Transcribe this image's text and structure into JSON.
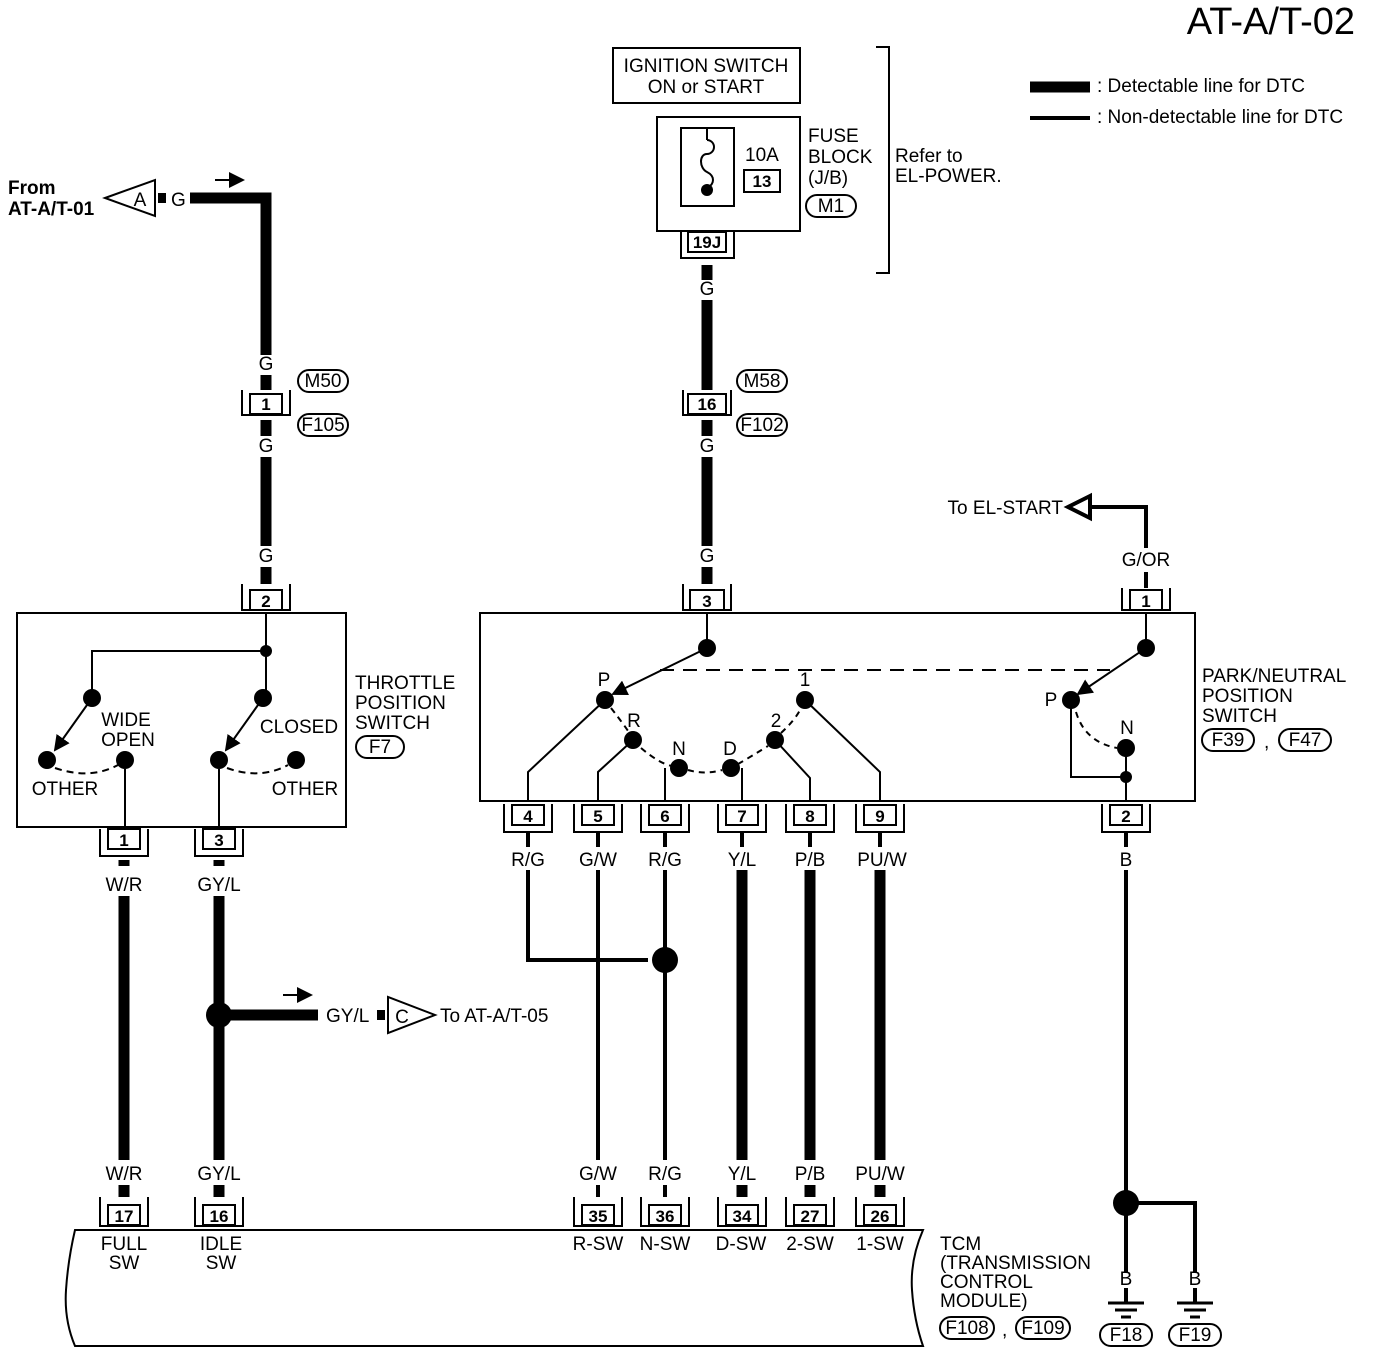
{
  "diagram_id": "AT-A/T-02",
  "legend": {
    "detectable": ": Detectable line for DTC",
    "non_detectable": ": Non-detectable line for DTC"
  },
  "ignition": {
    "line1": "IGNITION SWITCH",
    "line2": "ON or START"
  },
  "fuse": {
    "amps": "10A",
    "number": "13",
    "label1": "FUSE",
    "label2": "BLOCK",
    "label3": "(J/B)",
    "connector": "M1",
    "terminal": "19J"
  },
  "refer": {
    "line1": "Refer to",
    "line2": "EL-POWER."
  },
  "from": {
    "line1": "From",
    "line2": "AT-A/T-01",
    "connector": "A"
  },
  "to_start": "To EL-START",
  "to_at05": {
    "wire": "GY/L",
    "connector": "C",
    "text": "To AT-A/T-05"
  },
  "wire_colors": {
    "g": "G",
    "gor": "G/OR",
    "wr": "W/R",
    "gyl": "GY/L",
    "rg": "R/G",
    "gw": "G/W",
    "yl": "Y/L",
    "pb": "P/B",
    "puw": "PU/W",
    "b": "B"
  },
  "connectors": {
    "m50": "M50",
    "f105": "F105",
    "m58": "M58",
    "f102": "F102",
    "f7": "F7",
    "f39": "F39",
    "f47": "F47",
    "f108": "F108",
    "f109": "F109",
    "f18": "F18",
    "f19": "F19"
  },
  "pins": {
    "m50": "1",
    "m58": "16",
    "tps_in": "2",
    "tps_full": "1",
    "tps_idle": "3",
    "pnp_in": "3",
    "pnp_start": "1",
    "pnp_4": "4",
    "pnp_5": "5",
    "pnp_6": "6",
    "pnp_7": "7",
    "pnp_8": "8",
    "pnp_9": "9",
    "pnp_2": "2",
    "tcm_17": "17",
    "tcm_16": "16",
    "tcm_35": "35",
    "tcm_36": "36",
    "tcm_34": "34",
    "tcm_27": "27",
    "tcm_26": "26"
  },
  "tps": {
    "title1": "THROTTLE",
    "title2": "POSITION",
    "title3": "SWITCH",
    "wide1": "WIDE",
    "wide2": "OPEN",
    "closed": "CLOSED",
    "other_left": "OTHER",
    "other_right": "OTHER"
  },
  "pnp": {
    "title1": "PARK/NEUTRAL",
    "title2": "POSITION",
    "title3": "SWITCH",
    "p": "P",
    "r": "R",
    "n": "N",
    "d": "D",
    "two": "2",
    "one": "1",
    "p2": "P",
    "n2": "N"
  },
  "tcm": {
    "title1": "TCM",
    "title2": "(TRANSMISSION",
    "title3": "CONTROL",
    "title4": "MODULE)",
    "full1": "FULL",
    "full2": "SW",
    "idle1": "IDLE",
    "idle2": "SW",
    "rsw": "R-SW",
    "nsw": "N-SW",
    "dsw": "D-SW",
    "sw2": "2-SW",
    "sw1": "1-SW"
  },
  "separator": ","
}
